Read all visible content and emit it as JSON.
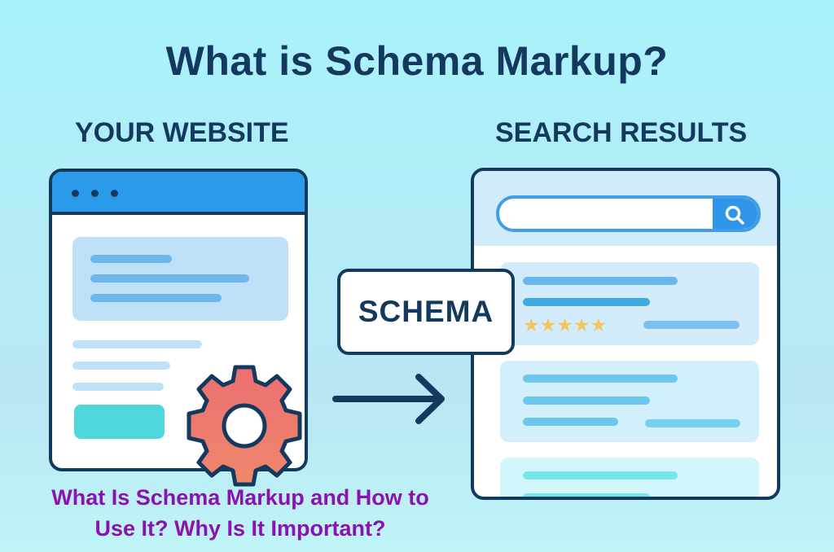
{
  "title": "What is Schema Markup?",
  "left_panel": {
    "label": "YOUR WEBSITE",
    "window_dots": 3,
    "icon": "gear-icon"
  },
  "right_panel": {
    "label": "SEARCH RESULTS",
    "search_icon": "search-icon",
    "rating_stars": 5
  },
  "center": {
    "badge": "SCHEMA",
    "arrow_icon": "arrow-right-icon"
  },
  "caption": {
    "line1": "What Is Schema Markup and How to",
    "line2": "Use It? Why Is It Important?"
  },
  "colors": {
    "navy": "#133a5e",
    "browser_bar": "#2b9aea",
    "gear": "#ec7270",
    "cta": "#4fd7dc",
    "caption": "#8a12b0",
    "star": "#f2c660"
  }
}
